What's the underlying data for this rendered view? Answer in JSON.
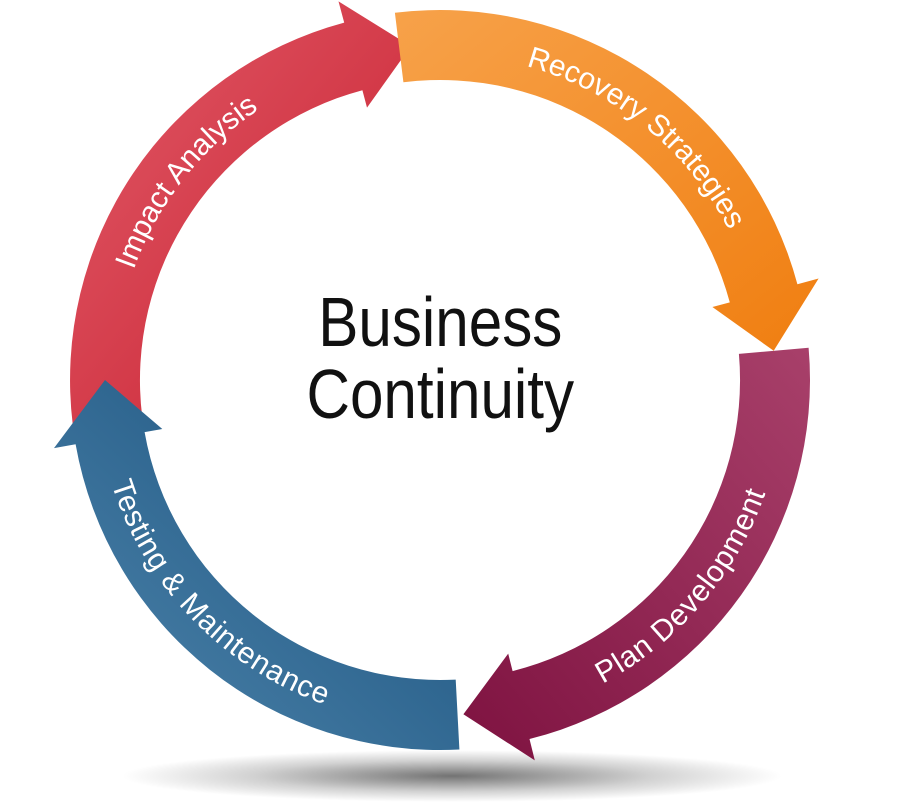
{
  "title": {
    "line1": "Business",
    "line2": "Continuity"
  },
  "stages": [
    {
      "label": "Impact Analysis",
      "color": "#d42e3f"
    },
    {
      "label": "Recovery Strategies",
      "color": "#f48a1e"
    },
    {
      "label": "Plan Development",
      "color": "#8c1a4a"
    },
    {
      "label": "Testing & Maintenance",
      "color": "#245f8c"
    }
  ]
}
